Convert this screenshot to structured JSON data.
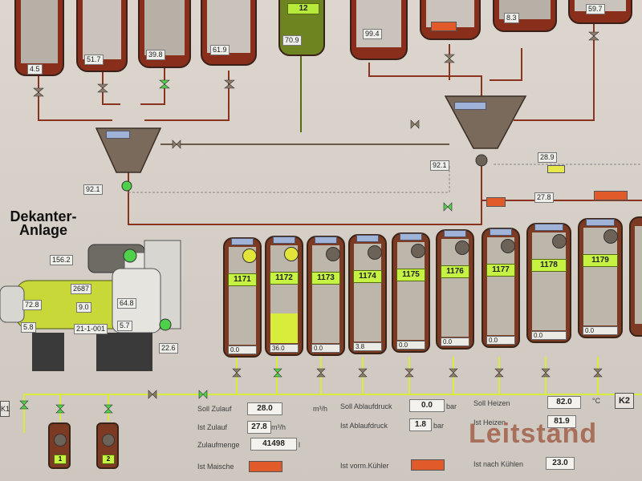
{
  "decanter": {
    "title_line1": "Dekanter-",
    "title_line2": "Anlage"
  },
  "top_tanks": [
    {
      "level": "4.5",
      "tag": ""
    },
    {
      "level": "51.7",
      "tag": ""
    },
    {
      "level": "39.8",
      "tag": ""
    },
    {
      "level": "61.9",
      "tag": ""
    },
    {
      "level": "70.9",
      "tag": "12"
    },
    {
      "level": "99.4",
      "tag": ""
    },
    {
      "level": "",
      "tag": ""
    },
    {
      "level": "8.3",
      "tag": ""
    },
    {
      "level": "59.7",
      "tag": ""
    }
  ],
  "funnel_values": {
    "left": "92.1",
    "right": "92.1",
    "right_top": "28.9"
  },
  "decanter_values": {
    "v1": "156.2",
    "v2": "2687",
    "v3": "72.8",
    "v4": "9.0",
    "v5": "5.8",
    "v6": "21-1-001",
    "v7": "64.8",
    "v8": "5.7",
    "v9": "22.6"
  },
  "pipe_values": {
    "a": "27.8"
  },
  "vessels": [
    {
      "label": "1171",
      "level": "0.0",
      "fill": 0.0,
      "lit": true
    },
    {
      "label": "1172",
      "level": "36.0",
      "fill": 0.3,
      "lit": true
    },
    {
      "label": "1173",
      "level": "0.0",
      "fill": 0.0,
      "lit": false
    },
    {
      "label": "1174",
      "level": "3.8",
      "fill": 0.0,
      "lit": false
    },
    {
      "label": "1175",
      "level": "0.0",
      "fill": 0.0,
      "lit": false
    },
    {
      "label": "1176",
      "level": "0.0",
      "fill": 0.0,
      "lit": false
    },
    {
      "label": "1177",
      "level": "0.0",
      "fill": 0.0,
      "lit": false
    },
    {
      "label": "1178",
      "level": "0.0",
      "fill": 0.0,
      "lit": false
    },
    {
      "label": "1179",
      "level": "0.0",
      "fill": 0.0,
      "lit": false
    }
  ],
  "panel": {
    "soll_zulauf_label": "Soll Zulauf",
    "soll_zulauf_value": "28.0",
    "soll_zulauf_unit": "m³/h",
    "ist_zulauf_label": "Ist  Zulauf",
    "ist_zulauf_value": "27.8",
    "ist_zulauf_unit": "m³/h",
    "zulaufmenge_label": "Zulaufmenge",
    "zulaufmenge_value": "41498",
    "zulaufmenge_unit": "l",
    "ist_maische_label": "Ist   Maische",
    "soll_ablaufdruck_label": "Soll  Ablaufdruck",
    "soll_ablaufdruck_value": "0.0",
    "soll_ablaufdruck_unit": "bar",
    "ist_ablaufdruck_label": "Ist   Ablaufdruck",
    "ist_ablaufdruck_value": "1.8",
    "ist_ablaufdruck_unit": "bar",
    "ist_vorm_kuhler_label": "Ist   vorm.Kühler",
    "soll_heizen_label": "Soll  Heizen",
    "soll_heizen_value": "82.0",
    "soll_heizen_unit": "°C",
    "ist_heizen_label": "Ist   Heizen",
    "ist_heizen_value": "81.9",
    "ist_nach_kuhlen_label": "Ist   nach Kühlen",
    "ist_nach_kuhlen_value": "23.0",
    "k2": "K2",
    "k1": "K1"
  },
  "leitstand": "Leitstand",
  "pumps": [
    {
      "label": "1"
    },
    {
      "label": "2"
    }
  ],
  "colors": {
    "pipe_red": "#8a3420",
    "pipe_yellow": "#d8ec3c",
    "tank_brown": "#7c3a22",
    "label_green": "#c5f243"
  }
}
